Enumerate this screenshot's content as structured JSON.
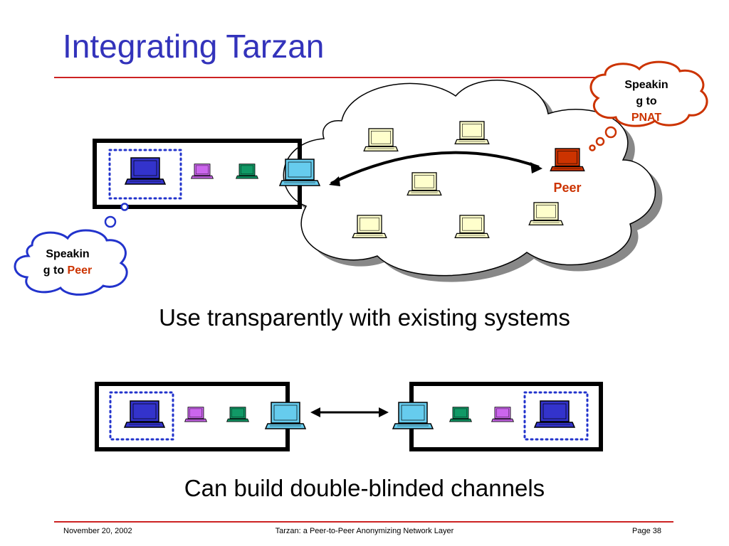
{
  "slide": {
    "title": "Integrating Tarzan",
    "caption_top": "Use transparently with existing systems",
    "caption_bottom": "Can build double-blinded channels"
  },
  "diagram": {
    "bubble_left": {
      "line1": "Speakin",
      "line2_prefix": "g to ",
      "line2_highlight": "Peer"
    },
    "bubble_right": {
      "line1": "Speakin",
      "line2": "g to",
      "line3_highlight": "PNAT"
    },
    "peer_label": "Peer"
  },
  "footer": {
    "date": "November 20, 2002",
    "subject": "Tarzan: a Peer-to-Peer Anonymizing Network Layer",
    "page": "Page 38"
  },
  "colors": {
    "title": "#3333bb",
    "rule": "#cc2222",
    "highlight": "#cc3300",
    "bubble_outline": "#cc3300",
    "dotted_box": "#2233cc",
    "laptop_blue": "#3333cc",
    "laptop_purple": "#cc66ee",
    "laptop_green": "#119966",
    "laptop_cyan": "#33aadd",
    "laptop_cream": "#ffffcc",
    "laptop_red": "#cc3300"
  }
}
